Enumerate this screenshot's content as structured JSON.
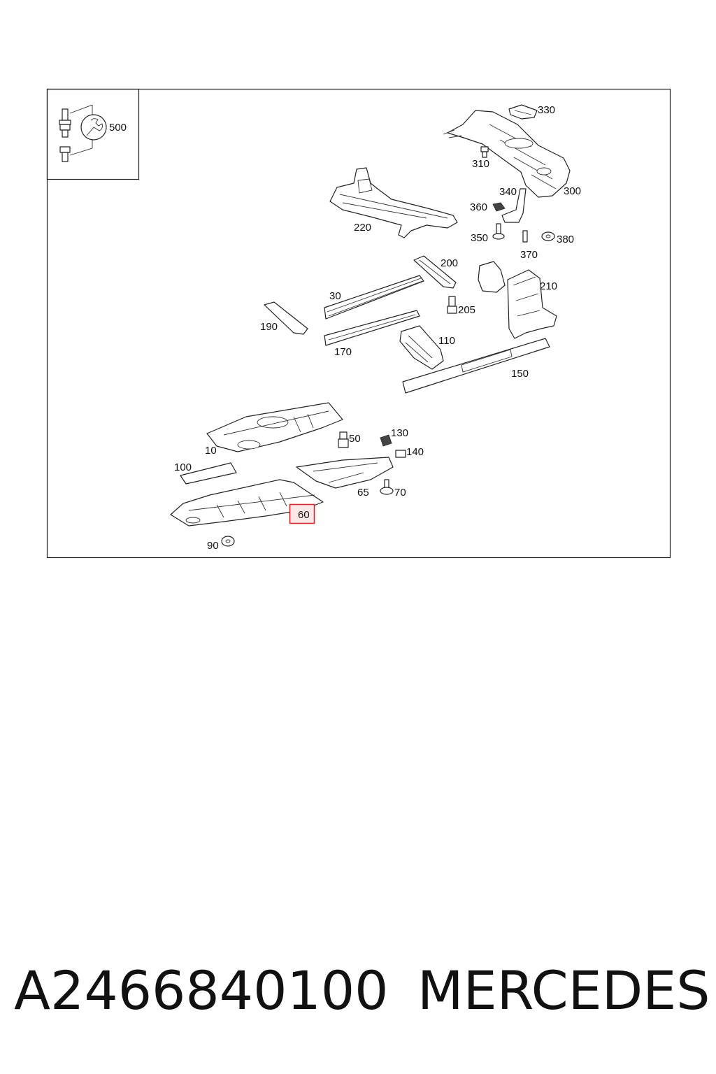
{
  "diagram": {
    "inset_label": "500",
    "labels": {
      "p330": "330",
      "p310": "310",
      "p340": "340",
      "p300": "300",
      "p360": "360",
      "p350": "350",
      "p380": "380",
      "p370": "370",
      "p220": "220",
      "p200": "200",
      "p30": "30",
      "p205": "205",
      "p210": "210",
      "p190": "190",
      "p170": "170",
      "p110": "110",
      "p150": "150",
      "p50": "50",
      "p130": "130",
      "p10": "10",
      "p140": "140",
      "p100": "100",
      "p65": "65",
      "p70": "70",
      "p60": "60",
      "p90": "90"
    },
    "highlight_color": "#d9262c"
  },
  "caption": {
    "part_number": "A2466840100",
    "brand": "MERCEDES"
  }
}
